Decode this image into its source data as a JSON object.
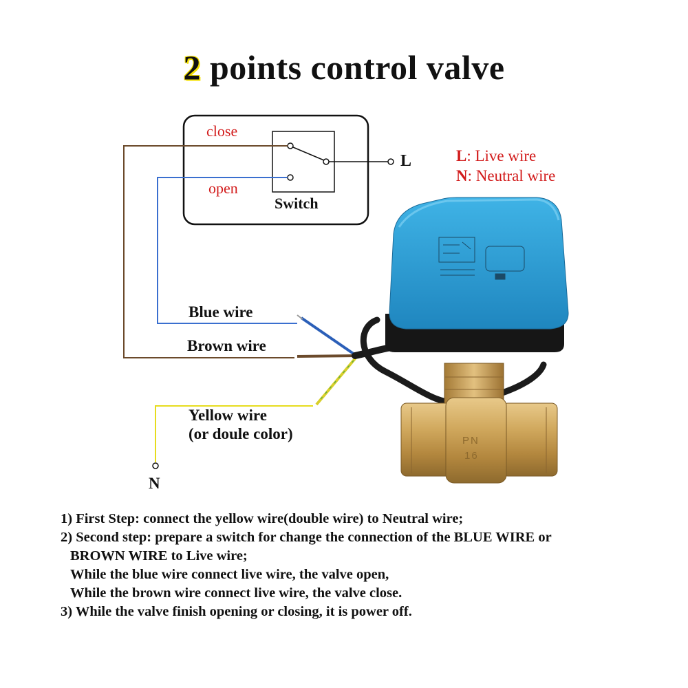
{
  "title": {
    "number": "2",
    "text": " points control valve"
  },
  "switch_box": {
    "close_label": "close",
    "open_label": "open",
    "switch_label": "Switch",
    "live_terminal": "L"
  },
  "legend": {
    "live_key": "L",
    "live_text": ": Live wire",
    "neutral_key": "N",
    "neutral_text": ": Neutral wire"
  },
  "wires": {
    "blue": "Blue wire",
    "brown": "Brown wire",
    "yellow_line1": "Yellow wire",
    "yellow_line2": "(or doule color)",
    "neutral_terminal": "N"
  },
  "valve_marking": {
    "line1": "PN",
    "line2": "16"
  },
  "instructions": [
    "1) First Step: connect the yellow wire(double wire) to Neutral wire;",
    "2) Second step: prepare a switch for change  the connection of the BLUE WIRE or",
    "BROWN WIRE to Live wire;",
    "While the blue wire connect live wire, the valve open,",
    "While the brown wire connect live wire, the valve close.",
    "3) While the valve finish opening or closing, it is power off."
  ],
  "colors": {
    "blue_wire": "#3a6fcf",
    "brown_wire": "#6b4a2b",
    "yellow_wire": "#e6dc1e",
    "label_red": "#d21b1b",
    "actuator_blue": "#2a9fd8",
    "brass": "#c9a25a"
  }
}
